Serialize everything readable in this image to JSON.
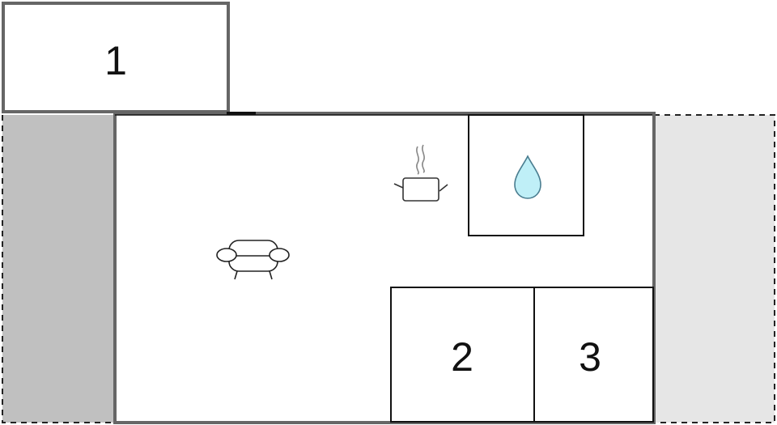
{
  "floorplan": {
    "rooms": [
      {
        "id": "bedroom-1",
        "label": "1"
      },
      {
        "id": "bedroom-2",
        "label": "2"
      },
      {
        "id": "bedroom-3",
        "label": "3"
      }
    ],
    "icons": [
      "sofa-icon",
      "cooking-pot-icon",
      "water-drop-icon"
    ],
    "colors": {
      "wall": "#666666",
      "interior_line": "#111111",
      "dark_terrace": "#c0c0c0",
      "light_terrace": "#e6e6e6",
      "dashed_border": "#222222",
      "water_fill": "#bfeff7",
      "water_stroke": "#4a7d90"
    }
  }
}
